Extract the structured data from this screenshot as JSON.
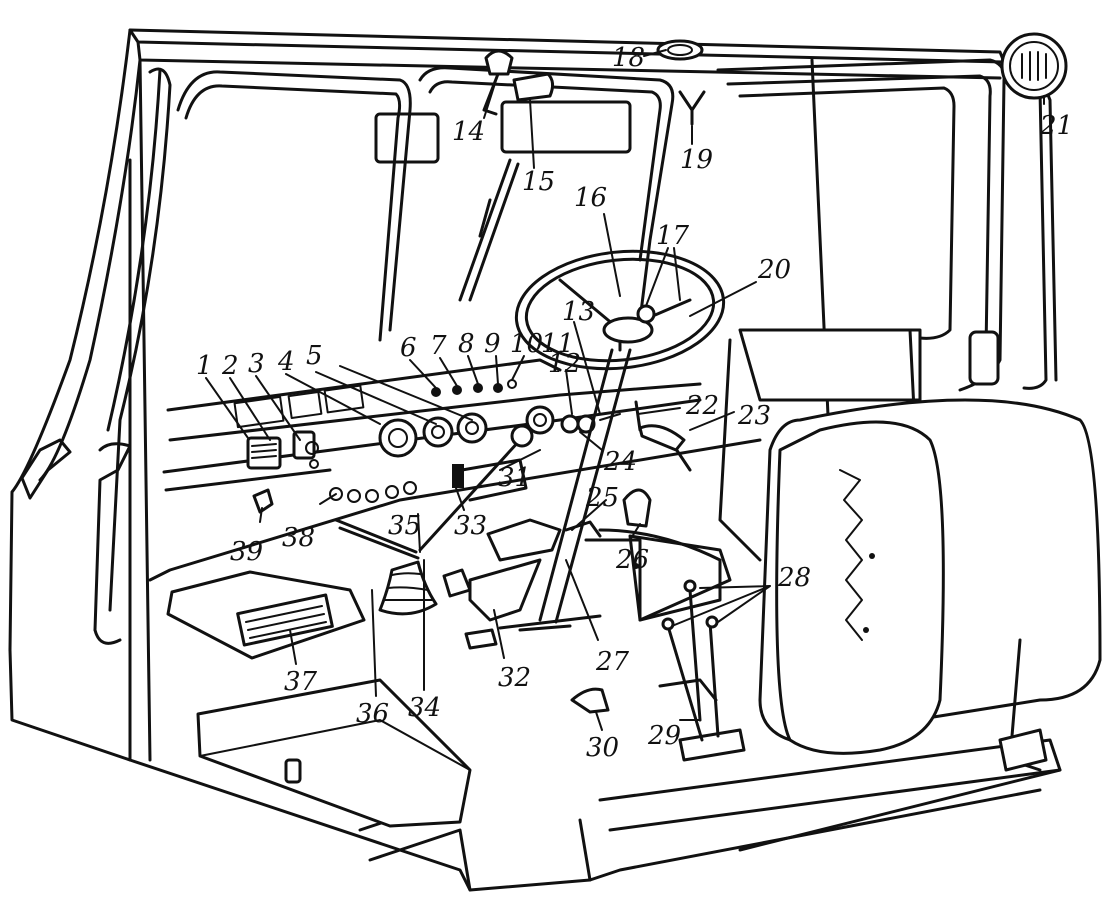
{
  "figure": {
    "labels": [
      "1",
      "2",
      "3",
      "4",
      "5",
      "6",
      "7",
      "8",
      "9",
      "10",
      "11",
      "12",
      "13",
      "14",
      "15",
      "16",
      "17",
      "18",
      "19",
      "20",
      "21",
      "22",
      "23",
      "24",
      "25",
      "26",
      "27",
      "28",
      "29",
      "30",
      "31",
      "32",
      "33",
      "34",
      "35",
      "36",
      "37",
      "38",
      "39"
    ]
  },
  "style": {
    "ink": "#111111",
    "paper": "#ffffff"
  }
}
